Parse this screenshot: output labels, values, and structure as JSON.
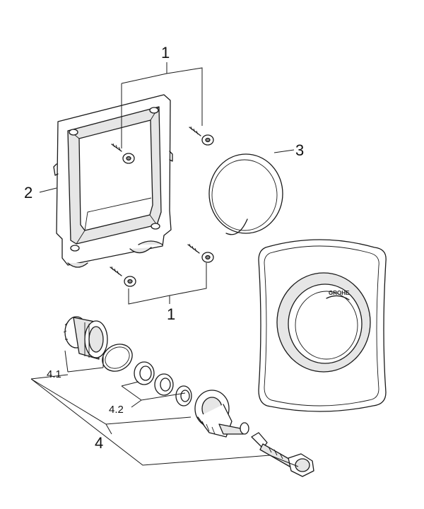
{
  "labels": {
    "screws_top": "1",
    "screws_bottom": "1",
    "frame": "2",
    "ring": "3",
    "assembly": "4",
    "sub_1": "4.1",
    "sub_2": "4.2"
  },
  "brand_logo": {
    "text": "GROHE"
  }
}
